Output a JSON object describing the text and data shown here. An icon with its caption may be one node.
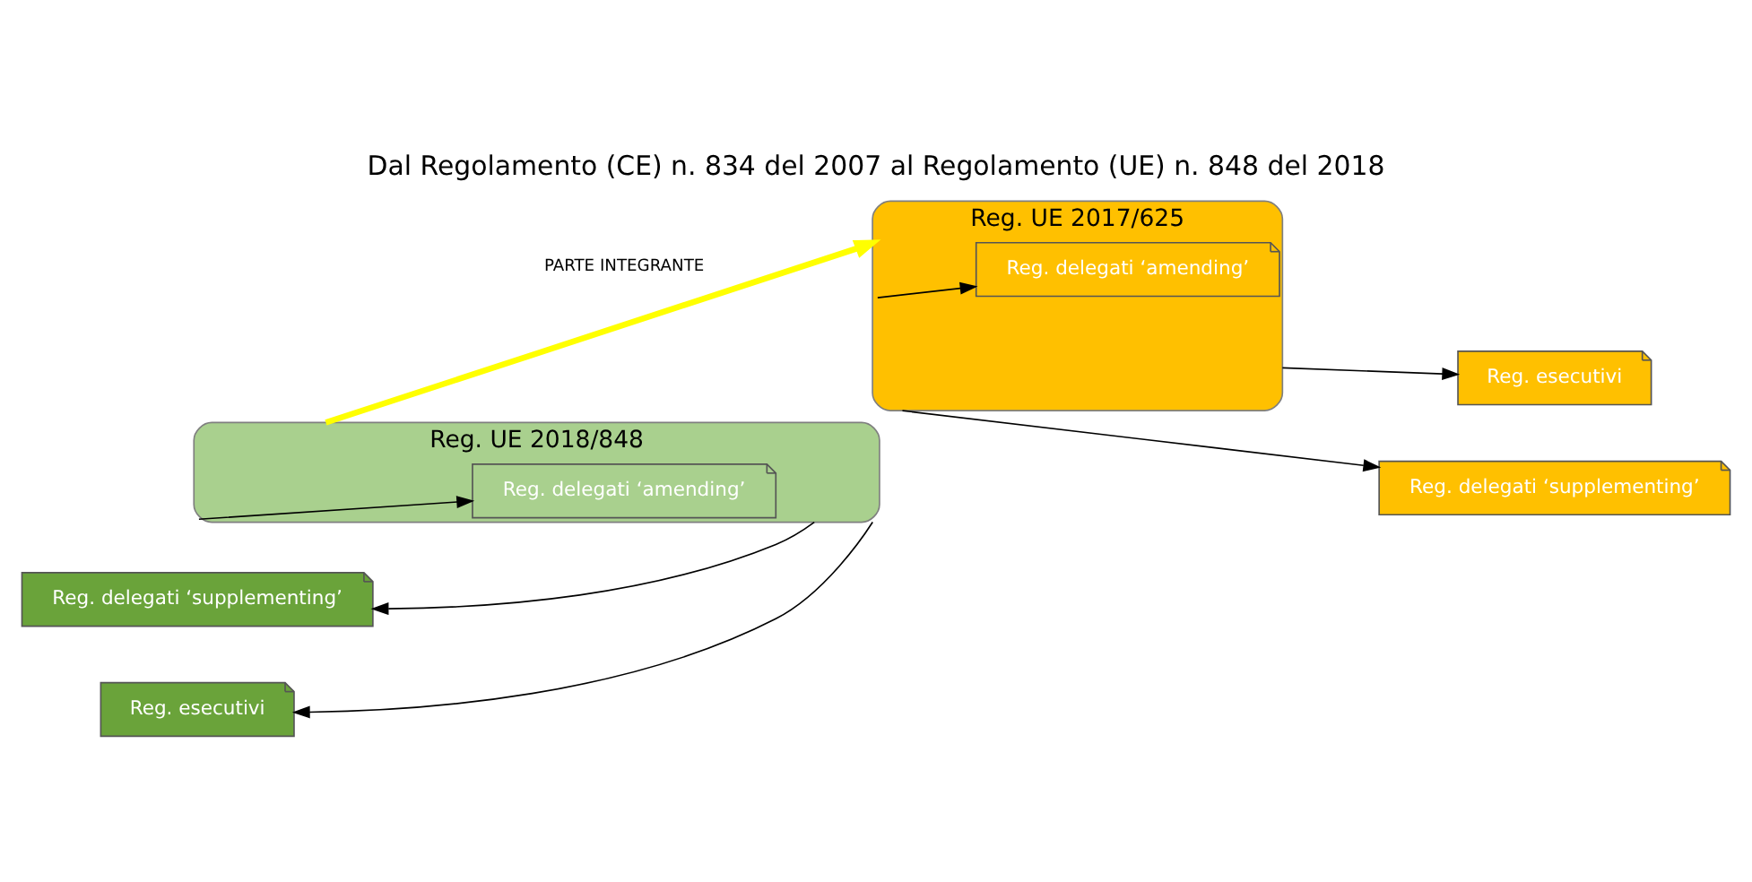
{
  "diagram": {
    "title": "Dal Regolamento (CE) n. 834 del 2007 al Regolamento (UE) n. 848 del 2018",
    "nodes": [
      {
        "text": [
          "Reg. delegati ‘supplementing’"
        ]
      },
      {
        "text": [
          "Reg. esecutivi"
        ]
      },
      {
        "text": [
          "Reg. UE 2018/848"
        ]
      },
      {
        "text": [
          "Reg. delegati ‘amending’"
        ],
        "in": 2
      },
      {
        "text": [
          "Reg. UE 2017/625"
        ]
      },
      {
        "text": [
          "Reg. delegati ‘amending’"
        ],
        "in": 4
      },
      {
        "text": [
          "Reg. delegati ‘supplementing’"
        ]
      },
      {
        "text": [
          "Reg. esecutivi"
        ]
      }
    ],
    "edges": [
      {
        "from": 2,
        "to": 0,
        "arrow": "to"
      },
      {
        "from": 2,
        "to": 1,
        "arrow": "to"
      },
      {
        "from": 2,
        "to": 3,
        "arrow": "to"
      },
      {
        "from": 2,
        "to": 4,
        "arrow": "to",
        "label": "PARTE INTEGRANTE",
        "style": "thick",
        "color": "#ffff00"
      },
      {
        "from": 4,
        "to": 5,
        "arrow": "to"
      },
      {
        "from": 4,
        "to": 6,
        "arrow": "to"
      },
      {
        "from": 4,
        "to": 7,
        "arrow": "to"
      }
    ]
  }
}
